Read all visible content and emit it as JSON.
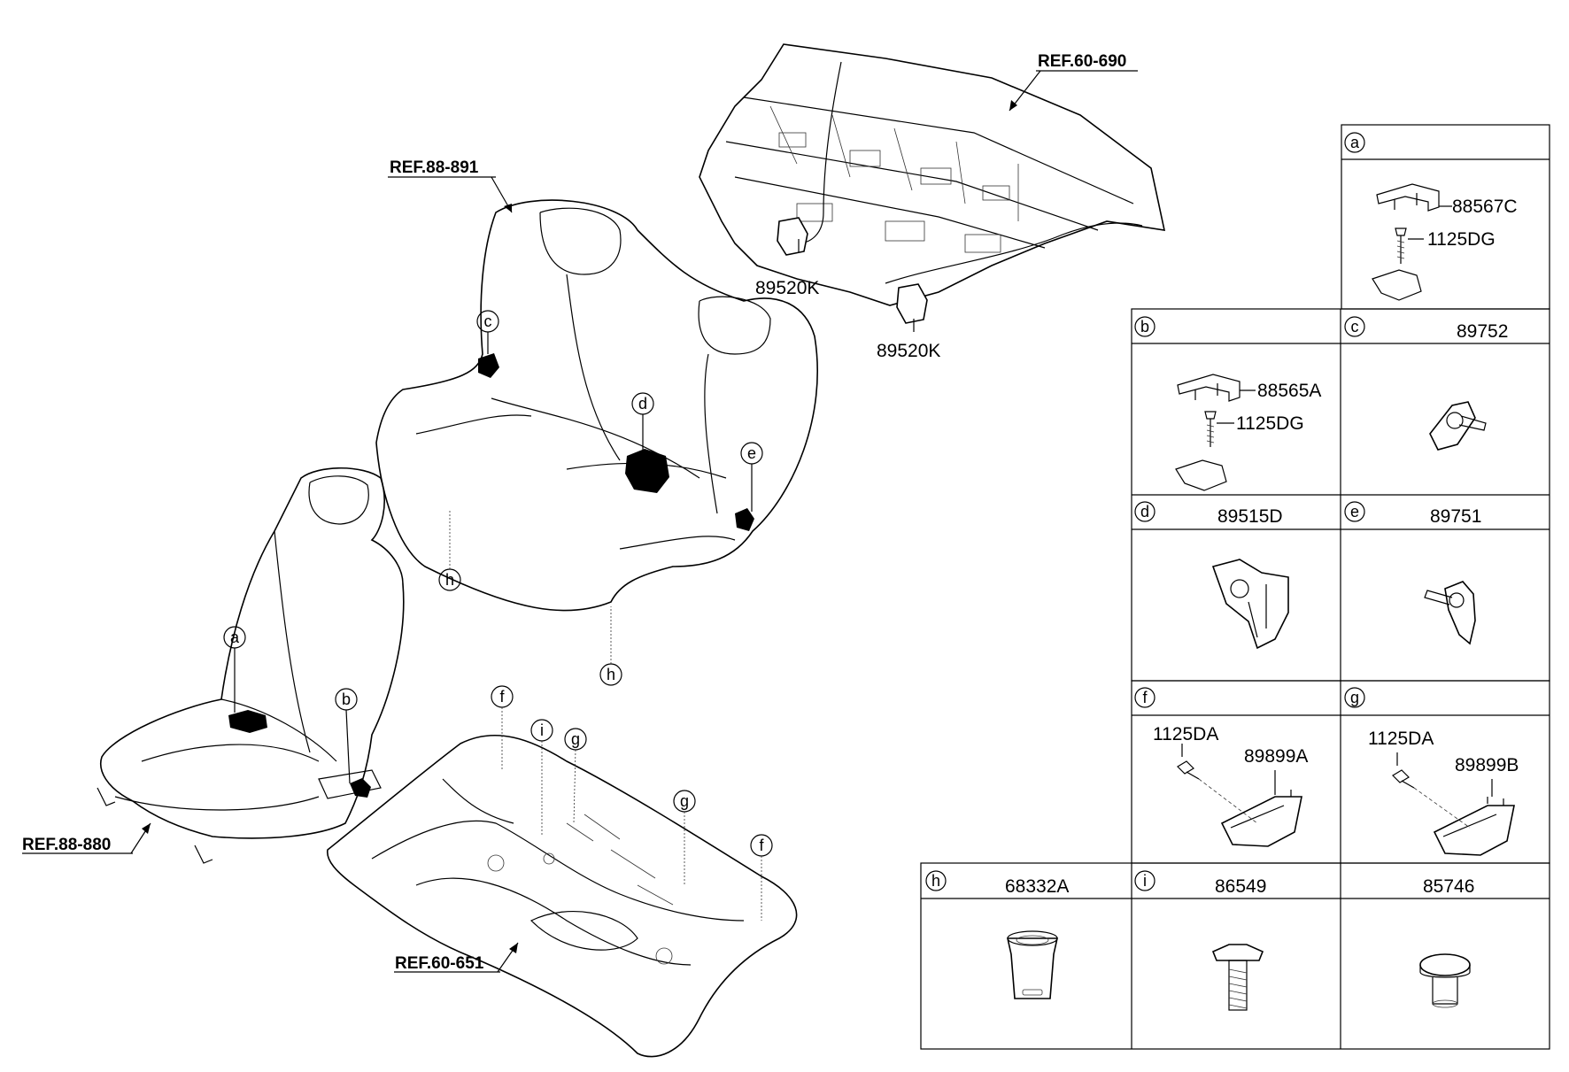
{
  "refs": {
    "rear_shelf": "REF.60-690",
    "rear_seat": "REF.88-891",
    "front_seat": "REF.88-880",
    "floor": "REF.60-651"
  },
  "callouts": {
    "a": "a",
    "b": "b",
    "c": "c",
    "d": "d",
    "e": "e",
    "f": "f",
    "g": "g",
    "h": "h",
    "i": "i"
  },
  "diagram_parts": {
    "p89520k_left": "89520K",
    "p89520k_right": "89520K"
  },
  "table": {
    "cell_a": {
      "letter": "a",
      "part1": "88567C",
      "part2": "1125DG"
    },
    "cell_b": {
      "letter": "b",
      "part1": "88565A",
      "part2": "1125DG"
    },
    "cell_c": {
      "letter": "c",
      "title": "89752"
    },
    "cell_d": {
      "letter": "d",
      "title": "89515D"
    },
    "cell_e": {
      "letter": "e",
      "title": "89751"
    },
    "cell_f": {
      "letter": "f",
      "part1": "1125DA",
      "part2": "89899A"
    },
    "cell_g": {
      "letter": "g",
      "part1": "1125DA",
      "part2": "89899B"
    },
    "cell_h": {
      "letter": "h",
      "title": "68332A"
    },
    "cell_i": {
      "letter": "i",
      "title": "86549"
    },
    "cell_j": {
      "title": "85746"
    }
  }
}
